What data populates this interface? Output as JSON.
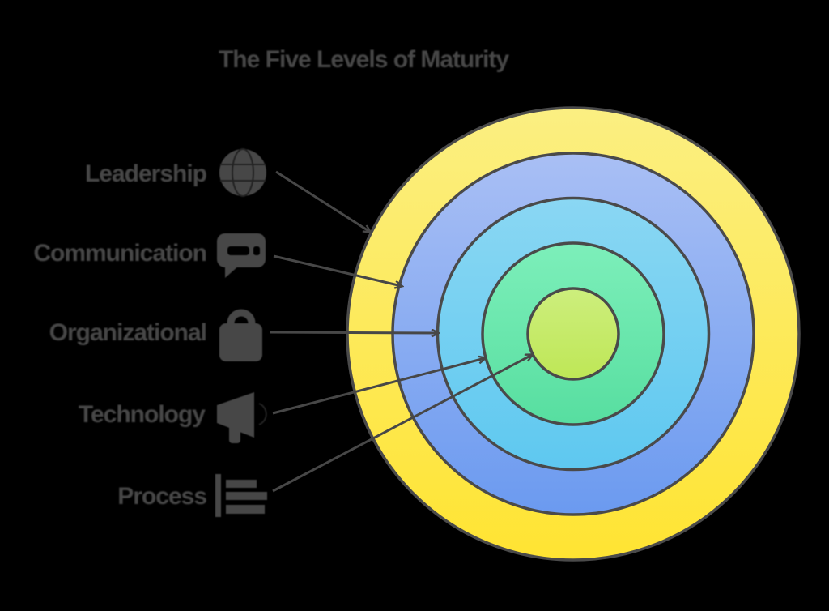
{
  "title": "The Five Levels of Maturity",
  "palette": {
    "background": "#000000",
    "ink": "#474747",
    "outline": "#4a4a4a"
  },
  "diagram": {
    "type": "concentric-rings",
    "ring_count": 5,
    "levels": [
      {
        "level": 1,
        "position": "outer-ring",
        "label": "Leadership",
        "icon": "globe-icon",
        "color_top": "#FBEF82",
        "color_bottom": "#FFE432"
      },
      {
        "level": 2,
        "position": "second-ring",
        "label": "Communication",
        "icon": "chat-icon",
        "color_top": "#A9BFF4",
        "color_bottom": "#6B9AF0"
      },
      {
        "level": 3,
        "position": "middle-ring",
        "label": "Organizational",
        "icon": "lock-icon",
        "color_top": "#8AD7F3",
        "color_bottom": "#5EC8F0"
      },
      {
        "level": 4,
        "position": "fourth-ring",
        "label": "Technology",
        "icon": "megaphone-icon",
        "color_top": "#7DEFBA",
        "color_bottom": "#57DEA0"
      },
      {
        "level": 5,
        "position": "center",
        "label": "Process",
        "icon": "list-icon",
        "color_top": "#CDEE7D",
        "color_bottom": "#BEE756"
      }
    ]
  }
}
